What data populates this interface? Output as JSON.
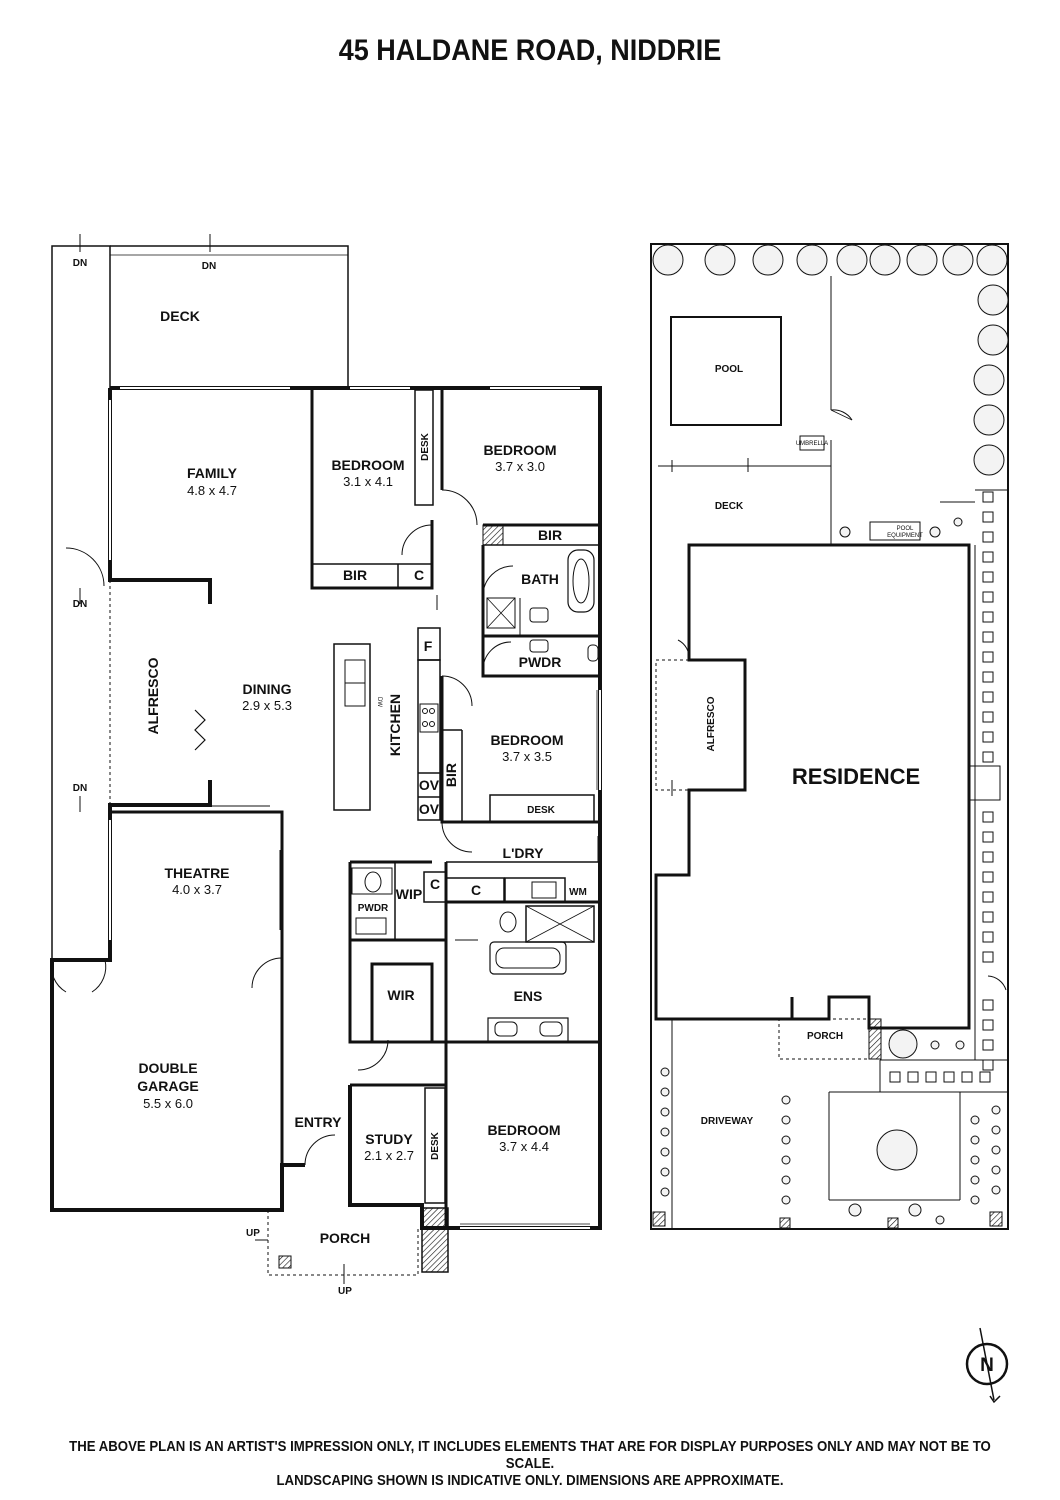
{
  "title": "45 HALDANE ROAD, NIDDRIE",
  "floor_plan": {
    "rooms": {
      "deck": {
        "name": "DECK"
      },
      "family": {
        "name": "FAMILY",
        "dims": "4.8 x 4.7"
      },
      "bedroom1": {
        "name": "BEDROOM",
        "dims": "3.1 x 4.1"
      },
      "bedroom2": {
        "name": "BEDROOM",
        "dims": "3.7 x 3.0"
      },
      "bedroom3": {
        "name": "BEDROOM",
        "dims": "3.7 x 3.5"
      },
      "bedroom4": {
        "name": "BEDROOM",
        "dims": "3.7 x 4.4"
      },
      "dining": {
        "name": "DINING",
        "dims": "2.9 x 5.3"
      },
      "alfresco": {
        "name": "ALFRESCO"
      },
      "kitchen": {
        "name": "KITCHEN"
      },
      "theatre": {
        "name": "THEATRE",
        "dims": "4.0 x 3.7"
      },
      "garage": {
        "name1": "DOUBLE",
        "name2": "GARAGE",
        "dims": "5.5 x 6.0"
      },
      "entry": {
        "name": "ENTRY"
      },
      "study": {
        "name": "STUDY",
        "dims": "2.1 x 2.7"
      },
      "porch": {
        "name": "PORCH"
      },
      "bath": {
        "name": "BATH"
      },
      "pwdr": {
        "name": "PWDR"
      },
      "pwdr2": {
        "name": "PWDR"
      },
      "ldry": {
        "name": "L'DRY"
      },
      "wip": {
        "name": "WIP"
      },
      "wir": {
        "name": "WIR"
      },
      "ens": {
        "name": "ENS"
      }
    },
    "fixtures": {
      "desk_bed1": "DESK",
      "desk_bed3": "DESK",
      "desk_study": "DESK",
      "bir1": "BIR",
      "bir2": "BIR",
      "bir3": "BIR",
      "c1": "C",
      "c2": "C",
      "c3": "C",
      "f": "F",
      "ov1": "OV",
      "ov2": "OV",
      "dw": "DW",
      "wm": "WM"
    },
    "stairs": {
      "dn1": "DN",
      "dn2": "DN",
      "dn3": "DN",
      "dn4": "DN",
      "up1": "UP",
      "up2": "UP"
    }
  },
  "site_plan": {
    "pool": "POOL",
    "umbrella": "UMBRELLA",
    "deck": "DECK",
    "pool_equipment_1": "POOL",
    "pool_equipment_2": "EQUIPMENT",
    "alfresco": "ALFRESCO",
    "residence": "RESIDENCE",
    "porch": "PORCH",
    "driveway": "DRIVEWAY"
  },
  "compass": {
    "label": "N"
  },
  "disclaimer": {
    "line1": "THE ABOVE PLAN IS AN ARTIST'S IMPRESSION ONLY, IT INCLUDES ELEMENTS THAT ARE FOR DISPLAY PURPOSES ONLY AND MAY NOT BE TO SCALE.",
    "line2": "LANDSCAPING SHOWN IS INDICATIVE ONLY. DIMENSIONS ARE APPROXIMATE."
  }
}
